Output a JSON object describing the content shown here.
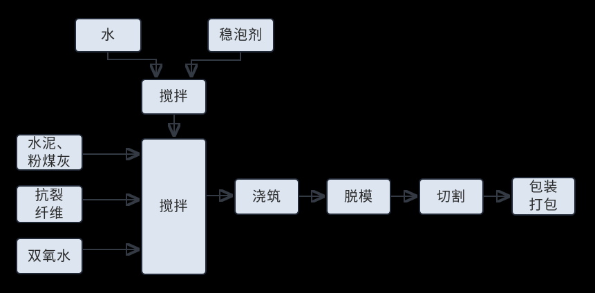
{
  "diagram": {
    "type": "flowchart",
    "description_colors": {
      "background": "#000000",
      "node_fill": "#dce5f0",
      "node_border": "#202835",
      "arrow": "#343a43",
      "text": "#2b2b2b"
    },
    "nodes": [
      {
        "id": "water",
        "label": "水"
      },
      {
        "id": "foam-stabilizer",
        "label": "稳泡剂"
      },
      {
        "id": "mixing-1",
        "label": "搅拌"
      },
      {
        "id": "cement-flyash",
        "label": "水泥、\n粉煤灰"
      },
      {
        "id": "anti-crack-fiber",
        "label": "抗裂\n纤维"
      },
      {
        "id": "hydrogen-peroxide",
        "label": "双氧水"
      },
      {
        "id": "mixing-2",
        "label": "搅拌"
      },
      {
        "id": "pouring",
        "label": "浇筑"
      },
      {
        "id": "demolding",
        "label": "脱模"
      },
      {
        "id": "cutting",
        "label": "切割"
      },
      {
        "id": "packing",
        "label": "包装\n打包"
      }
    ],
    "edges": [
      {
        "from": "water",
        "to": "mixing-1"
      },
      {
        "from": "foam-stabilizer",
        "to": "mixing-1"
      },
      {
        "from": "mixing-1",
        "to": "mixing-2"
      },
      {
        "from": "cement-flyash",
        "to": "mixing-2"
      },
      {
        "from": "anti-crack-fiber",
        "to": "mixing-2"
      },
      {
        "from": "hydrogen-peroxide",
        "to": "mixing-2"
      },
      {
        "from": "mixing-2",
        "to": "pouring"
      },
      {
        "from": "pouring",
        "to": "demolding"
      },
      {
        "from": "demolding",
        "to": "cutting"
      },
      {
        "from": "cutting",
        "to": "packing"
      }
    ]
  }
}
